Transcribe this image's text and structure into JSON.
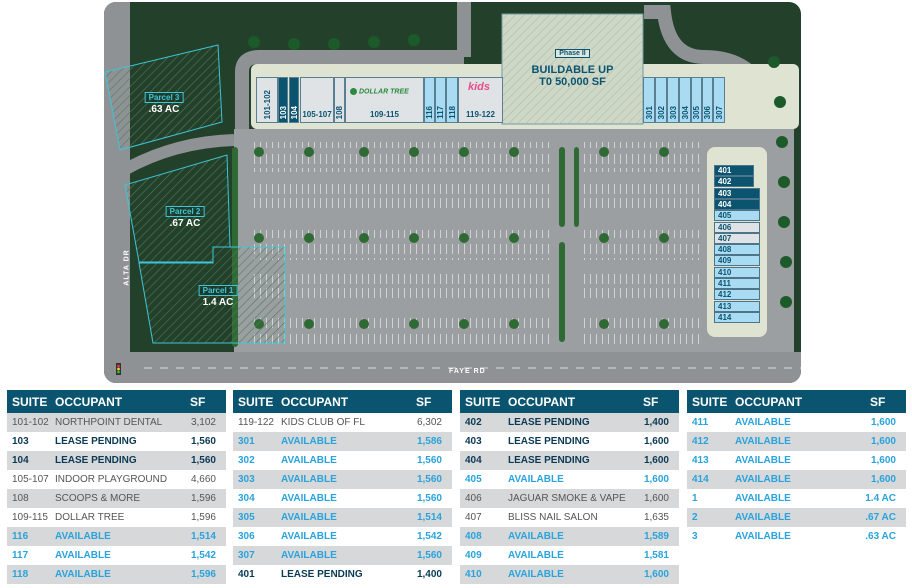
{
  "colors": {
    "header": "#0b5470",
    "available": "#29a3dc",
    "pending": "#0b3a55",
    "leased_text": "#555555",
    "stripe": "#d7d8d9",
    "unit_pending": "#0b5470",
    "unit_available": "#a9dcf3",
    "unit_leased": "#dfe3e6"
  },
  "map": {
    "phase2": {
      "tag": "Phase II",
      "line1": "BUILDABLE UP",
      "line2": "T0 50,000 SF"
    },
    "dollar_tree_logo": "DOLLAR TREE",
    "kids_logo": "kids",
    "streets": {
      "alta": "ALTA DR",
      "faye": "FAYE RD"
    },
    "parcels": [
      {
        "label": "Parcel 3",
        "acres": ".63 AC"
      },
      {
        "label": "Parcel 2",
        "acres": ".67 AC"
      },
      {
        "label": "Parcel 1",
        "acres": "1.4 AC"
      }
    ],
    "top_units": [
      {
        "suite": "101-102",
        "status": "leased"
      },
      {
        "suite": "103",
        "status": "pending"
      },
      {
        "suite": "104",
        "status": "pending"
      },
      {
        "suite": "105-107",
        "status": "leased"
      },
      {
        "suite": "108",
        "status": "leased"
      },
      {
        "suite": "109-115",
        "status": "leased"
      },
      {
        "suite": "116",
        "status": "available"
      },
      {
        "suite": "117",
        "status": "available"
      },
      {
        "suite": "118",
        "status": "available"
      },
      {
        "suite": "119-122",
        "status": "leased"
      },
      {
        "suite": "301",
        "status": "available"
      },
      {
        "suite": "302",
        "status": "available"
      },
      {
        "suite": "303",
        "status": "available"
      },
      {
        "suite": "304",
        "status": "available"
      },
      {
        "suite": "305",
        "status": "available"
      },
      {
        "suite": "306",
        "status": "available"
      },
      {
        "suite": "307",
        "status": "available"
      }
    ],
    "right_units": [
      {
        "suite": "401",
        "status": "pending"
      },
      {
        "suite": "402",
        "status": "pending"
      },
      {
        "suite": "403",
        "status": "pending"
      },
      {
        "suite": "404",
        "status": "pending"
      },
      {
        "suite": "405",
        "status": "available"
      },
      {
        "suite": "406",
        "status": "leased"
      },
      {
        "suite": "407",
        "status": "leased"
      },
      {
        "suite": "408",
        "status": "available"
      },
      {
        "suite": "409",
        "status": "available"
      },
      {
        "suite": "410",
        "status": "available"
      },
      {
        "suite": "411",
        "status": "available"
      },
      {
        "suite": "412",
        "status": "available"
      },
      {
        "suite": "413",
        "status": "available"
      },
      {
        "suite": "414",
        "status": "available"
      }
    ]
  },
  "table_headers": {
    "suite": "SUITE",
    "occupant": "OCCUPANT",
    "sf": "SF"
  },
  "tables": [
    [
      {
        "suite": "101-102",
        "occupant": "NORTHPOINT DENTAL",
        "sf": "3,102",
        "status": "leased"
      },
      {
        "suite": "103",
        "occupant": "LEASE PENDING",
        "sf": "1,560",
        "status": "pending"
      },
      {
        "suite": "104",
        "occupant": "LEASE PENDING",
        "sf": "1,560",
        "status": "pending"
      },
      {
        "suite": "105-107",
        "occupant": "INDOOR PLAYGROUND",
        "sf": "4,660",
        "status": "leased"
      },
      {
        "suite": "108",
        "occupant": "SCOOPS & MORE",
        "sf": "1,596",
        "status": "leased"
      },
      {
        "suite": "109-115",
        "occupant": "DOLLAR TREE",
        "sf": "1,596",
        "status": "leased"
      },
      {
        "suite": "116",
        "occupant": "AVAILABLE",
        "sf": "1,514",
        "status": "available"
      },
      {
        "suite": "117",
        "occupant": "AVAILABLE",
        "sf": "1,542",
        "status": "available"
      },
      {
        "suite": "118",
        "occupant": "AVAILABLE",
        "sf": "1,596",
        "status": "available"
      }
    ],
    [
      {
        "suite": "119-122",
        "occupant": "KIDS CLUB OF FL",
        "sf": "6,302",
        "status": "leased"
      },
      {
        "suite": "301",
        "occupant": "AVAILABLE",
        "sf": "1,586",
        "status": "available"
      },
      {
        "suite": "302",
        "occupant": "AVAILABLE",
        "sf": "1,560",
        "status": "available"
      },
      {
        "suite": "303",
        "occupant": "AVAILABLE",
        "sf": "1,560",
        "status": "available"
      },
      {
        "suite": "304",
        "occupant": "AVAILABLE",
        "sf": "1,560",
        "status": "available"
      },
      {
        "suite": "305",
        "occupant": "AVAILABLE",
        "sf": "1,514",
        "status": "available"
      },
      {
        "suite": "306",
        "occupant": "AVAILABLE",
        "sf": "1,542",
        "status": "available"
      },
      {
        "suite": "307",
        "occupant": "AVAILABLE",
        "sf": "1,560",
        "status": "available"
      },
      {
        "suite": "401",
        "occupant": "LEASE PENDING",
        "sf": "1,400",
        "status": "pending"
      }
    ],
    [
      {
        "suite": "402",
        "occupant": "LEASE PENDING",
        "sf": "1,400",
        "status": "pending"
      },
      {
        "suite": "403",
        "occupant": "LEASE PENDING",
        "sf": "1,600",
        "status": "pending"
      },
      {
        "suite": "404",
        "occupant": "LEASE PENDING",
        "sf": "1,600",
        "status": "pending"
      },
      {
        "suite": "405",
        "occupant": "AVAILABLE",
        "sf": "1,600",
        "status": "available"
      },
      {
        "suite": "406",
        "occupant": "JAGUAR SMOKE & VAPE",
        "sf": "1,600",
        "status": "leased"
      },
      {
        "suite": "407",
        "occupant": "BLISS NAIL SALON",
        "sf": "1,635",
        "status": "leased"
      },
      {
        "suite": "408",
        "occupant": "AVAILABLE",
        "sf": "1,589",
        "status": "available"
      },
      {
        "suite": "409",
        "occupant": "AVAILABLE",
        "sf": "1,581",
        "status": "available"
      },
      {
        "suite": "410",
        "occupant": "AVAILABLE",
        "sf": "1,600",
        "status": "available"
      }
    ],
    [
      {
        "suite": "411",
        "occupant": "AVAILABLE",
        "sf": "1,600",
        "status": "available"
      },
      {
        "suite": "412",
        "occupant": "AVAILABLE",
        "sf": "1,600",
        "status": "available"
      },
      {
        "suite": "413",
        "occupant": "AVAILABLE",
        "sf": "1,600",
        "status": "available"
      },
      {
        "suite": "414",
        "occupant": "AVAILABLE",
        "sf": "1,600",
        "status": "available"
      },
      {
        "suite": "1",
        "occupant": "AVAILABLE",
        "sf": "1.4 AC",
        "status": "available"
      },
      {
        "suite": "2",
        "occupant": "AVAILABLE",
        "sf": ".67 AC",
        "status": "available"
      },
      {
        "suite": "3",
        "occupant": "AVAILABLE",
        "sf": ".63 AC",
        "status": "available"
      }
    ]
  ]
}
